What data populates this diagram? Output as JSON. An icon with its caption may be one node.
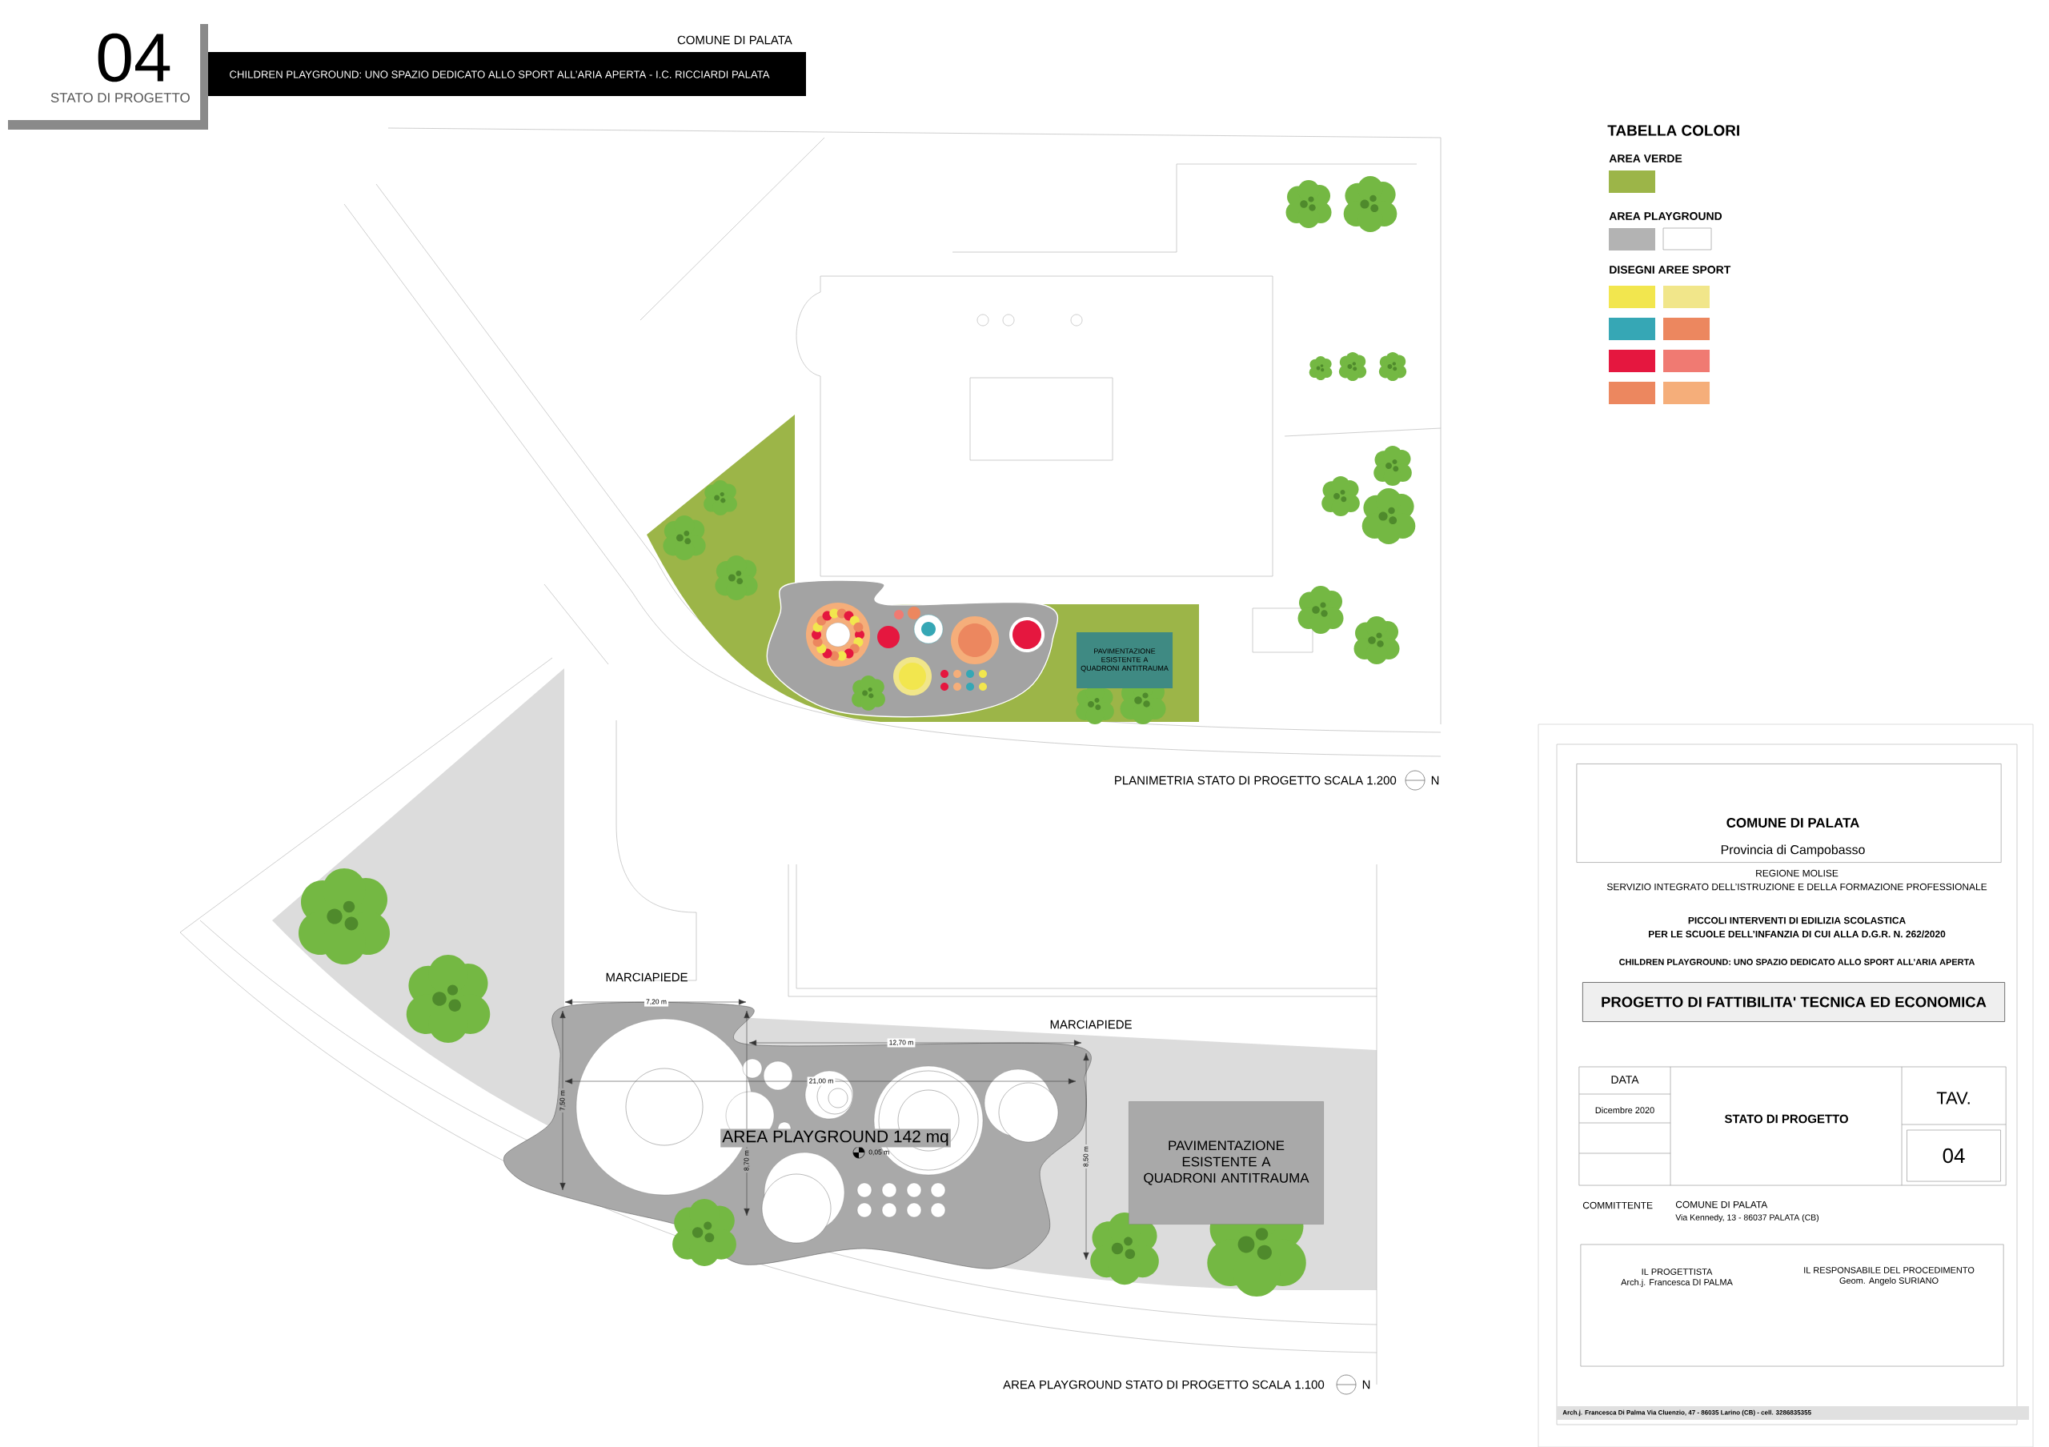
{
  "diagram": {
    "title": "CHILDREN PLAYGROUND: UNO SPAZIO DEDICATO ALLO SPORT ALL’ARIA APERTA - I.C. RICCIARDI PALATA",
    "nodes": [
      {
        "text": [
          "04",
          "STATO DI PROGETTO"
        ]
      },
      {
        "text": [
          "PAVIMENTAZIONE ESISTENTE A QUADRONI ANTITRAUMA"
        ]
      },
      {
        "text": [
          "PAVIMENTAZIONE ESISTENTE A QUADRONI ANTITRAUMA"
        ]
      },
      {
        "text": [
          "COMUNE DI PALATA",
          "Provincia di Campobasso"
        ]
      },
      {
        "text": [
          "PROGETTO DI FATTIBILITA' TECNICA ED ECONOMICA"
        ]
      },
      {
        "text": [
          "DATA",
          "Dicembre 2020",
          "STATO DI PROGETTO",
          "TAV."
        ]
      },
      {
        "text": [
          "04"
        ],
        "in": 5
      },
      {
        "text": [
          "IL PROGETTISTA",
          "Arch.j. Francesca DI PALMA",
          "IL RESPONSABILE DEL PROCEDIMENTO",
          "Geom. Angelo  SURIANO"
        ]
      }
    ],
    "labels": [
      "COMUNE DI PALATA",
      "TABELLA COLORI",
      "PLANIMETRIA STATO DI PROGETTO SCALA 1.200",
      "N",
      "MARCIAPIEDE",
      "7,20 m",
      "MARCIAPIEDE",
      "12,70 m",
      "21,00 m",
      "7,50 m",
      "8,70 m",
      "AREA PLAYGROUND 142 mq",
      "0,05 m",
      "8,50 m",
      "AREA PLAYGROUND STATO DI PROGETTO SCALA 1.100",
      "N",
      "REGIONE MOLISE",
      "SERVIZIO INTEGRATO DELL’ISTRUZIONE E DELLA FORMAZIONE PROFESSIONALE",
      "PICCOLI INTERVENTI DI EDILIZIA SCOLASTICA",
      "PER LE SCUOLE  DELL’INFANZIA DI CUI ALLA D.G.R. N. 262/2020",
      "CHILDREN PLAYGROUND: UNO SPAZIO DEDICATO ALLO SPORT ALL’ARIA APERTA",
      "COMMITTENTE",
      "COMUNE DI PALATA",
      "Via Kennedy, 13 - 86037 PALATA (CB)",
      "Arch.j. Francesca Di Palma Via Cluenzio, 47 - 86035 Larino (CB)  - cell. 3286835355"
    ],
    "legend": [
      {
        "text": "AREA VERDE",
        "color": "#9cb548"
      },
      {
        "text": "AREA PLAYGROUND",
        "color": "#b3b3b3"
      },
      {
        "text": "DISEGNI AREE SPORT",
        "color": "#f2e64e"
      }
    ]
  }
}
